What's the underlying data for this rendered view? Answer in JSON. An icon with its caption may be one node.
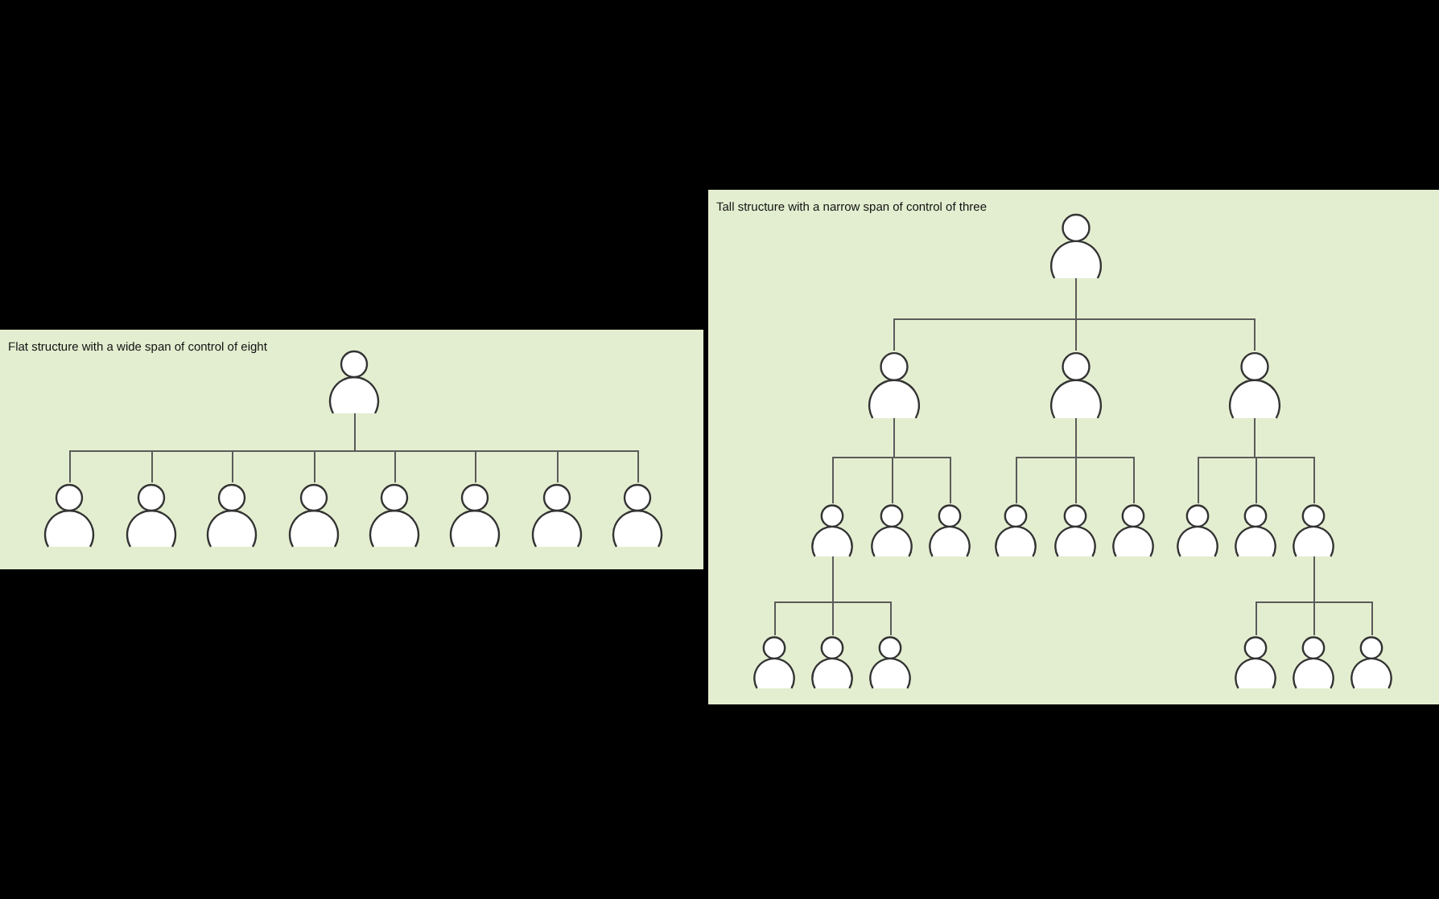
{
  "diagram": {
    "nodes": [
      {
        "text": [
          "Flat structure with a wide span of control of eight"
        ]
      },
      {
        "text": [],
        "shape": "person",
        "in": 0
      },
      {
        "text": [],
        "shape": "person",
        "in": 0
      },
      {
        "text": [],
        "shape": "person",
        "in": 0
      },
      {
        "text": [],
        "shape": "person",
        "in": 0
      },
      {
        "text": [],
        "shape": "person",
        "in": 0
      },
      {
        "text": [],
        "shape": "person",
        "in": 0
      },
      {
        "text": [],
        "shape": "person",
        "in": 0
      },
      {
        "text": [],
        "shape": "person",
        "in": 0
      },
      {
        "text": [],
        "shape": "person",
        "in": 0
      },
      {
        "text": [
          "Tall structure with a narrow span of control of three"
        ]
      },
      {
        "text": [],
        "shape": "person",
        "in": 10
      },
      {
        "text": [],
        "shape": "person",
        "in": 10
      },
      {
        "text": [],
        "shape": "person",
        "in": 10
      },
      {
        "text": [],
        "shape": "person",
        "in": 10
      },
      {
        "text": [],
        "shape": "person",
        "in": 10
      },
      {
        "text": [],
        "shape": "person",
        "in": 10
      },
      {
        "text": [],
        "shape": "person",
        "in": 10
      },
      {
        "text": [],
        "shape": "person",
        "in": 10
      },
      {
        "text": [],
        "shape": "person",
        "in": 10
      },
      {
        "text": [],
        "shape": "person",
        "in": 10
      },
      {
        "text": [],
        "shape": "person",
        "in": 10
      },
      {
        "text": [],
        "shape": "person",
        "in": 10
      },
      {
        "text": [],
        "shape": "person",
        "in": 10
      },
      {
        "text": [],
        "shape": "person",
        "in": 10
      },
      {
        "text": [],
        "shape": "person",
        "in": 10
      },
      {
        "text": [],
        "shape": "person",
        "in": 10
      },
      {
        "text": [],
        "shape": "person",
        "in": 10
      },
      {
        "text": [],
        "shape": "person",
        "in": 10
      },
      {
        "text": [],
        "shape": "person",
        "in": 10
      }
    ],
    "edges": [
      {
        "from": 1,
        "to": 2,
        "arrow": "none"
      },
      {
        "from": 1,
        "to": 3,
        "arrow": "none"
      },
      {
        "from": 1,
        "to": 4,
        "arrow": "none"
      },
      {
        "from": 1,
        "to": 5,
        "arrow": "none"
      },
      {
        "from": 1,
        "to": 6,
        "arrow": "none"
      },
      {
        "from": 1,
        "to": 7,
        "arrow": "none"
      },
      {
        "from": 1,
        "to": 8,
        "arrow": "none"
      },
      {
        "from": 1,
        "to": 9,
        "arrow": "none"
      },
      {
        "from": 11,
        "to": 12,
        "arrow": "none"
      },
      {
        "from": 11,
        "to": 13,
        "arrow": "none"
      },
      {
        "from": 11,
        "to": 14,
        "arrow": "none"
      },
      {
        "from": 12,
        "to": 15,
        "arrow": "none"
      },
      {
        "from": 12,
        "to": 16,
        "arrow": "none"
      },
      {
        "from": 12,
        "to": 17,
        "arrow": "none"
      },
      {
        "from": 13,
        "to": 18,
        "arrow": "none"
      },
      {
        "from": 13,
        "to": 19,
        "arrow": "none"
      },
      {
        "from": 13,
        "to": 20,
        "arrow": "none"
      },
      {
        "from": 14,
        "to": 21,
        "arrow": "none"
      },
      {
        "from": 14,
        "to": 22,
        "arrow": "none"
      },
      {
        "from": 14,
        "to": 23,
        "arrow": "none"
      },
      {
        "from": 15,
        "to": 24,
        "arrow": "none"
      },
      {
        "from": 15,
        "to": 25,
        "arrow": "none"
      },
      {
        "from": 15,
        "to": 26,
        "arrow": "none"
      },
      {
        "from": 23,
        "to": 27,
        "arrow": "none"
      },
      {
        "from": 23,
        "to": 28,
        "arrow": "none"
      },
      {
        "from": 23,
        "to": 29,
        "arrow": "none"
      }
    ]
  }
}
